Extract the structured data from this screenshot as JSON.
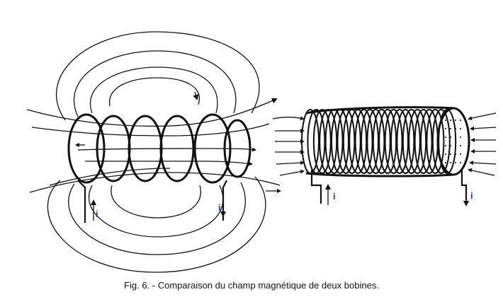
{
  "figure": {
    "caption": "Fig. 6. - Comparaison du champ magnétique de deux bobines.",
    "left_coil": {
      "current_label_left": "i",
      "current_label_right": "i"
    },
    "right_coil": {
      "current_label_left": "i",
      "current_label_right": "i"
    }
  }
}
